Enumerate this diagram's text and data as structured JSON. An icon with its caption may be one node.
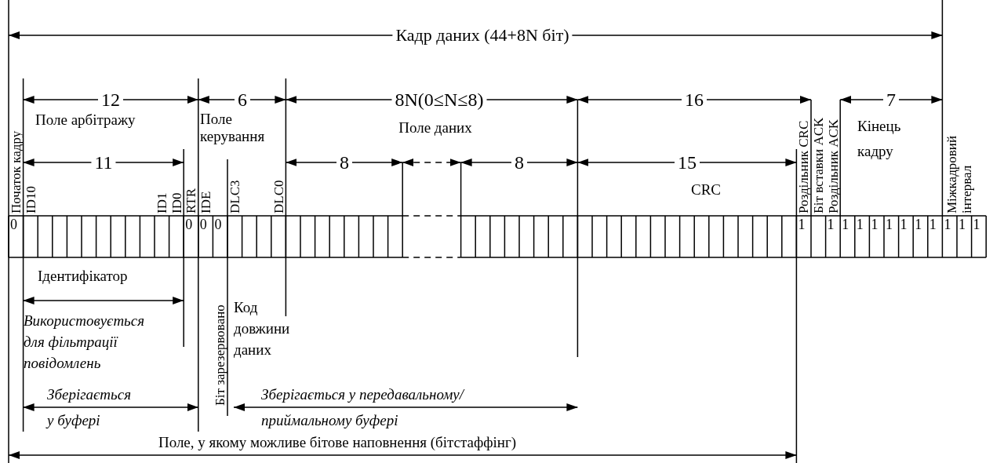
{
  "diagram": {
    "labels": [
      "Кадр даних (44+8N біт)",
      "12",
      "6",
      "8N(0≤N≤8)",
      "16",
      "7",
      "Поле арбітражу",
      "Поле керування",
      "Поле даних",
      "Кінець кадру",
      "11",
      "8",
      "8",
      "15",
      "CRC",
      "Початок кадру",
      "ID10",
      "ID1",
      "ID0",
      "RTR",
      "IDE",
      "DLC3",
      "DLC0",
      "Роздільник CRC",
      "Біт вставки ACK",
      "Роздільник ACK",
      "Міжкадровий інтервал",
      "0",
      "0",
      "0",
      "0",
      "1",
      "1",
      "1",
      "1",
      "1",
      "1",
      "1",
      "1",
      "1",
      "1",
      "1",
      "1",
      "Ідентифікатор",
      "Використовується для фільтрації повідомлень",
      "Біт зарезервовано",
      "Код довжини даних",
      "Зберігається у буфері",
      "Зберігається у передавальному/приймальному буфері",
      "Поле, у якому можливе бітове наповнення (бітстаффінг)"
    ]
  }
}
